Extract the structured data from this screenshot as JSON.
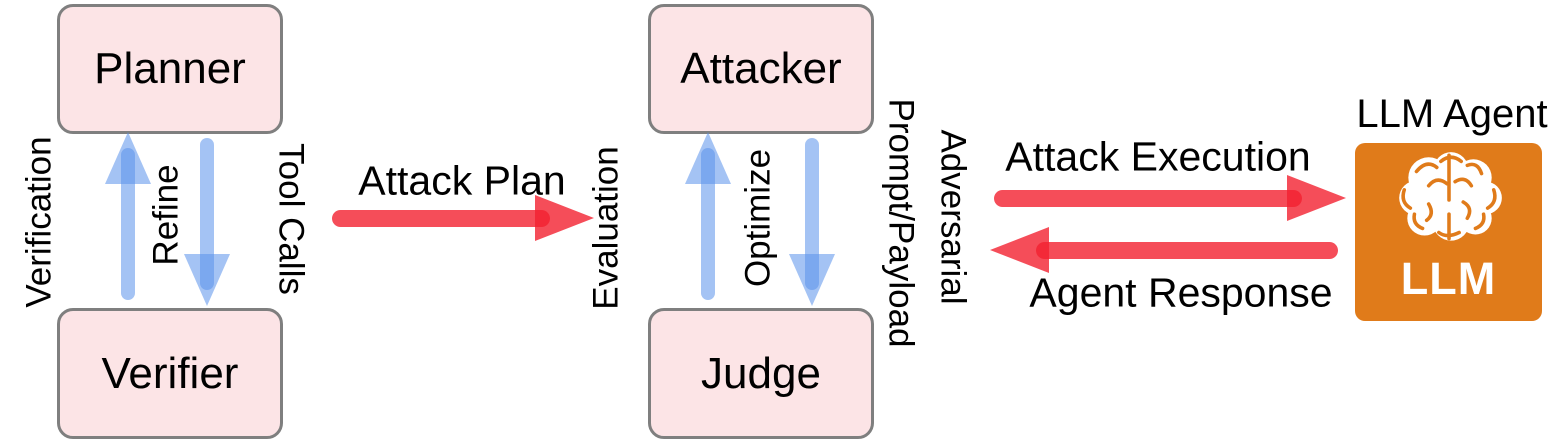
{
  "diagram": {
    "pipeline_left": {
      "top_box": "Planner",
      "bottom_box": "Verifier",
      "up_arrow_label": "Verification",
      "center_label": "Refine",
      "down_arrow_label": "Tool Calls"
    },
    "pipeline_mid": {
      "top_box": "Attacker",
      "bottom_box": "Judge",
      "up_arrow_label": "Evaluation",
      "center_label": "Optimize",
      "down_arrow_label_line1": "Adversarial",
      "down_arrow_label_line2": "Prompt/Payload"
    },
    "attack_plan_label": "Attack Plan",
    "attack_execution_label": "Attack Execution",
    "agent_response_label": "Agent Response",
    "llm_agent": {
      "title": "LLM Agent",
      "badge": "LLM",
      "icon": "brain-icon"
    }
  },
  "colors": {
    "box-fill": "#FCE4E6",
    "box-border": "#7F7F7F",
    "arrow-blue": "#5A91EB",
    "arrow-red": "#F2202F",
    "brand-orange": "#E07B1A",
    "ink": "#000000"
  }
}
